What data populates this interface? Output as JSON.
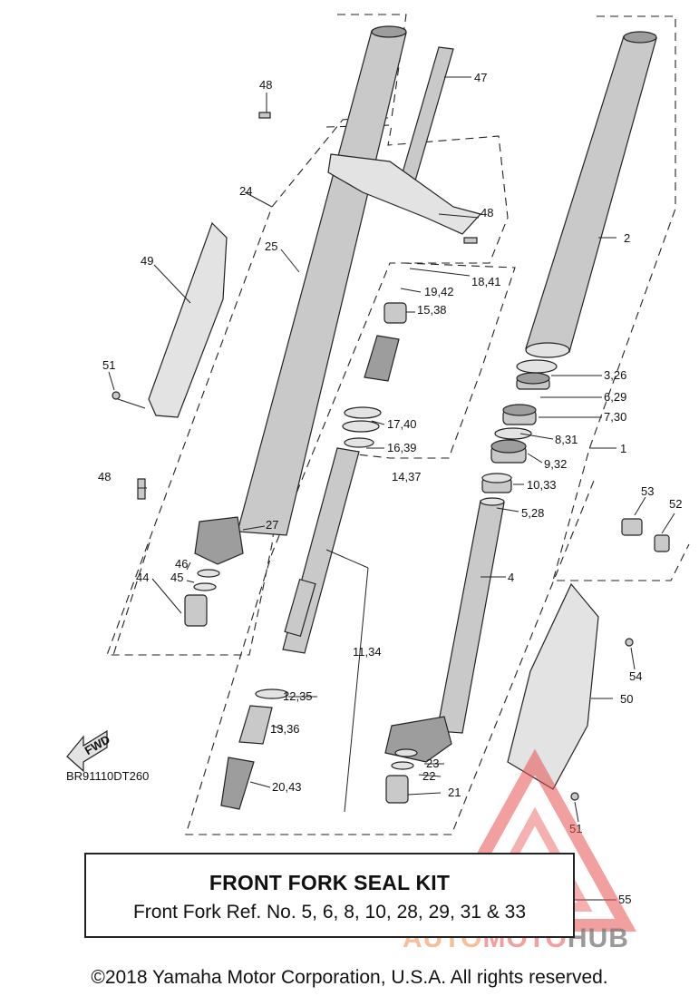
{
  "diagram_code": "BR91110DT260",
  "fwd_label": "FWD",
  "kit": {
    "title": "FRONT FORK SEAL KIT",
    "refs": "Front Fork Ref. No. 5, 6, 8, 10, 28, 29, 31 & 33"
  },
  "copyright": "©2018 Yamaha Motor Corporation, U.S.A. All rights reserved.",
  "watermark": {
    "auto": "AUTO",
    "moto": "MOTO",
    "hub": "HUB"
  },
  "callouts": {
    "c1": "1",
    "c2": "2",
    "c3": "3,26",
    "c4": "4",
    "c5": "5,28",
    "c6": "6,29",
    "c7": "7,30",
    "c8": "8,31",
    "c9": "9,32",
    "c10": "10,33",
    "c11": "11,34",
    "c12": "12,35",
    "c13": "13,36",
    "c14": "14,37",
    "c15": "15,38",
    "c16": "16,39",
    "c17": "17,40",
    "c18": "18,41",
    "c19": "19,42",
    "c20": "20,43",
    "c21": "21",
    "c22": "22",
    "c23": "23",
    "c24": "24",
    "c25": "25",
    "c27": "27",
    "c44": "44",
    "c45": "45",
    "c46": "46",
    "c47": "47",
    "c48a": "48",
    "c48b": "48",
    "c48c": "48",
    "c49": "49",
    "c50": "50",
    "c51a": "51",
    "c51b": "51",
    "c52": "52",
    "c53": "53",
    "c54": "54",
    "c55": "55"
  },
  "colors": {
    "watermark_red": "#e85050",
    "watermark_orange": "#f0aa78",
    "watermark_grey": "#787878"
  }
}
